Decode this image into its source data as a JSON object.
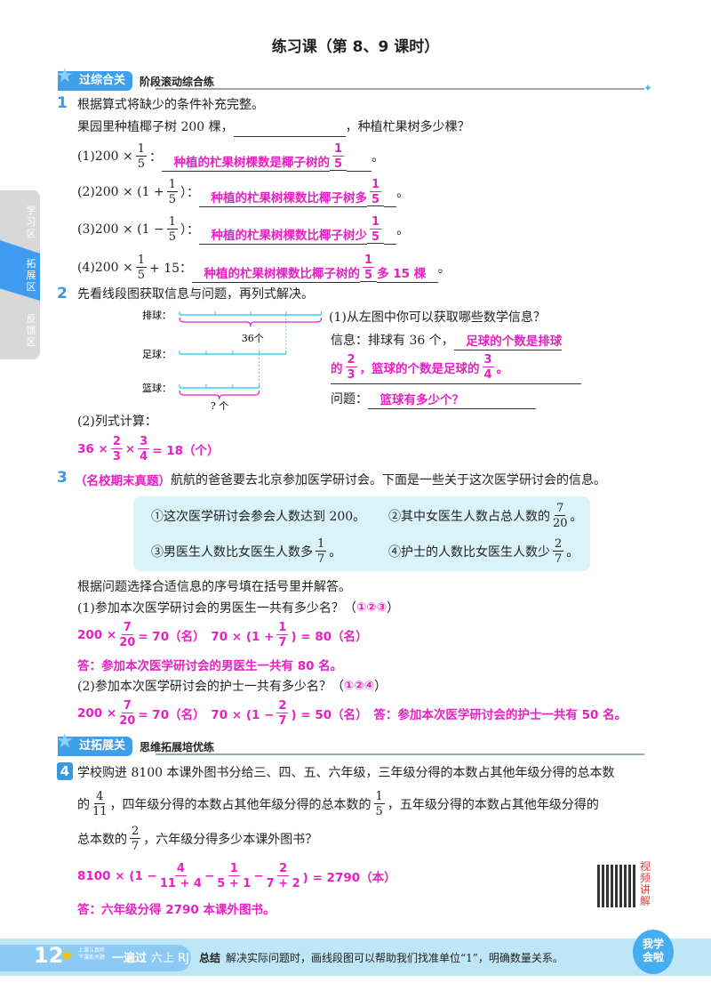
{
  "title": "练习课（第 8、9 课时）",
  "sidebar": {
    "tabs": [
      "学习区",
      "拓展区",
      "反馈区"
    ],
    "active": "拓展区",
    "active_color": "#3f9cf0"
  },
  "banner1": {
    "badge": "过综合关",
    "subtitle": "阶段滚动综合练"
  },
  "banner2": {
    "badge": "过拓展关",
    "subtitle": "思维拓展培优练"
  },
  "colors": {
    "answer": "#e81fc4",
    "question_number": "#3a98e0",
    "info_box": "#d9f3f8"
  },
  "q1": {
    "number": "1",
    "lines": [
      [
        [
          "根据算式将缺少的条件补充完整。"
        ]
      ],
      [
        [
          "果园里种植椰子树 200 棵，"
        ],
        {
          "t": "　　　　　　　　　",
          "u": true
        },
        [
          "，种植杧果树多少棵？"
        ]
      ],
      [
        [
          "(1)200 × "
        ],
        {
          "n": "1",
          "d": "5"
        },
        [
          "："
        ],
        {
          "t": "　种植的杧果树棵数是椰子树的 ",
          "hl": true,
          "u": true
        },
        {
          "n": "1",
          "d": "5",
          "hl": true,
          "u": true
        },
        {
          "t": "　　",
          "u": true
        },
        [
          "。"
        ]
      ],
      [
        [
          "(2)200 × (1 + "
        ],
        {
          "n": "1",
          "d": "5"
        },
        [
          "）："
        ],
        {
          "t": "　种植的杧果树棵数比椰子树多 ",
          "hl": true,
          "u": true
        },
        {
          "n": "1",
          "d": "5",
          "hl": true,
          "u": true
        },
        {
          "t": "　",
          "u": true
        },
        [
          "。"
        ]
      ],
      [
        [
          "(3)200 × (1 − "
        ],
        {
          "n": "1",
          "d": "5"
        },
        [
          "）："
        ],
        {
          "t": "　种植的杧果树棵数比椰子树少 ",
          "hl": true,
          "u": true
        },
        {
          "n": "1",
          "d": "5",
          "hl": true,
          "u": true
        },
        {
          "t": "　",
          "u": true
        },
        [
          "。"
        ]
      ],
      [
        [
          "(4)200 × "
        ],
        {
          "n": "1",
          "d": "5"
        },
        [
          " + 15："
        ],
        {
          "t": "　种植的杧果树棵数比椰子树的 ",
          "hl": true,
          "u": true
        },
        {
          "n": "1",
          "d": "5",
          "hl": true,
          "u": true
        },
        {
          "t": " 多 15 棵　",
          "hl": true,
          "u": true
        },
        [
          "。"
        ]
      ]
    ]
  },
  "q2": {
    "number": "2",
    "prompt": "先看线段图获取信息与问题，再列式解决。",
    "diagram": {
      "labels": [
        "排球：",
        "足球：",
        "篮球："
      ],
      "total_label": "36个",
      "unknown_label": "? 个",
      "segments": [
        3,
        4,
        3
      ],
      "color": "#39d3e6"
    },
    "lines": [
      [
        [
          "(1)从左图中你可以获取哪些数学信息？"
        ]
      ],
      [
        [
          "信息：排球有 36 个，"
        ],
        {
          "t": "　足球的个数是排球",
          "hl": true,
          "u": true
        }
      ],
      [
        {
          "t": "的 ",
          "hl": true
        },
        {
          "n": "2",
          "d": "3",
          "hl": true
        },
        {
          "t": "，篮球的个数是足球的 ",
          "hl": true
        },
        {
          "n": "3",
          "d": "4",
          "hl": true
        },
        {
          "t": "。",
          "hl": true
        }
      ],
      [
        [
          "问题："
        ],
        {
          "t": "　篮球有多少个？　　　　　　",
          "hl": true,
          "u": true
        }
      ],
      [
        [
          "(2)列式计算："
        ]
      ],
      [
        {
          "t": "36 × ",
          "hl": true
        },
        {
          "n": "2",
          "d": "3",
          "hl": true
        },
        {
          "t": " × ",
          "hl": true
        },
        {
          "n": "3",
          "d": "4",
          "hl": true
        },
        {
          "t": " = 18（个）",
          "hl": true
        }
      ]
    ]
  },
  "q3": {
    "number": "3",
    "lines": [
      [
        {
          "t": "（名校期末真题）",
          "hl": true
        },
        [
          "航航的爸爸要去北京参加医学研讨会。下面是一些关于这次医学研讨会的信息。"
        ]
      ],
      [
        [
          "①这次医学研讨会参会人数达到 200。"
        ]
      ],
      [
        [
          "②其中女医生人数占总人数的 "
        ],
        {
          "n": "7",
          "d": "20"
        },
        [
          "。"
        ]
      ],
      [
        [
          "③男医生人数比女医生人数多 "
        ],
        {
          "n": "1",
          "d": "7"
        },
        [
          "。"
        ]
      ],
      [
        [
          "④护士的人数比女医生人数少 "
        ],
        {
          "n": "2",
          "d": "7"
        },
        [
          "。"
        ]
      ],
      [
        [
          "根据问题选择合适信息的序号填在括号里并解答。"
        ]
      ],
      [
        [
          "(1)参加本次医学研讨会的男医生一共有多少名？（ "
        ],
        {
          "t": "①②③",
          "hl": true
        },
        [
          " ）"
        ]
      ],
      [
        {
          "t": "200 × ",
          "hl": true
        },
        {
          "n": "7",
          "d": "20",
          "hl": true
        },
        {
          "t": " = 70（名）　70 × (1 + ",
          "hl": true
        },
        {
          "n": "1",
          "d": "7",
          "hl": true
        },
        {
          "t": ") = 80（名）",
          "hl": true
        }
      ],
      [
        {
          "t": "答：参加本次医学研讨会的男医生一共有 80 名。",
          "hl": true
        }
      ],
      [
        [
          "(2)参加本次医学研讨会的护士一共有多少名？（ "
        ],
        {
          "t": "①②④",
          "hl": true
        },
        [
          " ）"
        ]
      ],
      [
        {
          "t": "200 × ",
          "hl": true
        },
        {
          "n": "7",
          "d": "20",
          "hl": true
        },
        {
          "t": " = 70（名）　70 × (1 − ",
          "hl": true
        },
        {
          "n": "2",
          "d": "7",
          "hl": true
        },
        {
          "t": ") = 50（名）　答：参加本次医学研讨会的护士一共有 50 名。",
          "hl": true
        }
      ]
    ]
  },
  "q4": {
    "number": "4",
    "lines": [
      [
        [
          "学校购进 8100 本课外图书分给三、四、五、六年级，三年级分得的本数占其他年级分得的总本数"
        ]
      ],
      [
        [
          "的 "
        ],
        {
          "n": "4",
          "d": "11"
        },
        [
          "，四年级分得的本数占其他年级分得的总本数的 "
        ],
        {
          "n": "1",
          "d": "5"
        },
        [
          "，五年级分得的本数占其他年级分得的"
        ]
      ],
      [
        [
          "总本数的"
        ],
        {
          "n": "2",
          "d": "7"
        },
        [
          "，六年级分得多少本课外图书？"
        ]
      ],
      [
        {
          "t": "8100 × (1 − ",
          "hl": true
        },
        {
          "n": "4",
          "d": "11 + 4",
          "hl": true
        },
        {
          "t": " − ",
          "hl": true
        },
        {
          "n": "1",
          "d": "5 + 1",
          "hl": true
        },
        {
          "t": " − ",
          "hl": true
        },
        {
          "n": "2",
          "d": "7 + 2",
          "hl": true
        },
        {
          "t": ") = 2790（本）",
          "hl": true
        }
      ],
      [
        {
          "t": "答：六年级分得 2790 本课外图书。",
          "hl": true
        }
      ]
    ],
    "qr_label": "视频讲解"
  },
  "footer": {
    "page_number": "12",
    "slogan": "上课认真听 下课练关题",
    "brand": "一遍过",
    "grade": "六上 RJ",
    "summary_label": "总结",
    "summary": "解决实际问题时，画线段图可以帮助我们找准单位“1”，明确数量关系。",
    "mascot_text": "我学会啦"
  }
}
